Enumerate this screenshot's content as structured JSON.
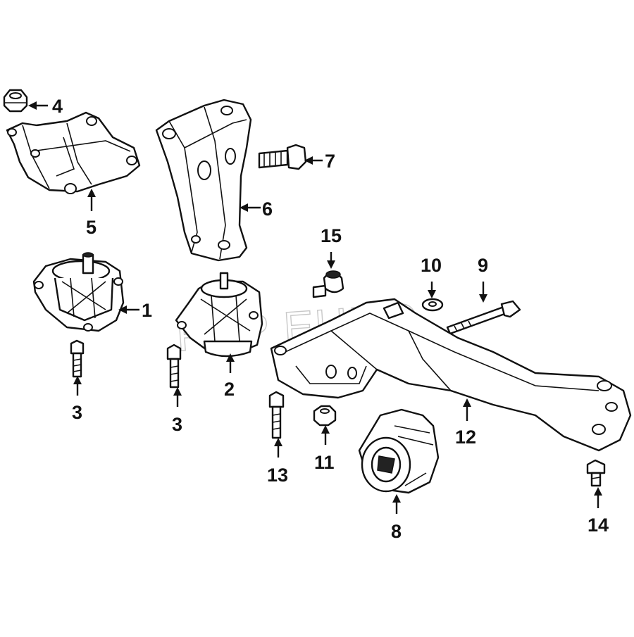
{
  "watermark": "FCP EURO",
  "callouts": {
    "c1": "1",
    "c2": "2",
    "c3a": "3",
    "c3b": "3",
    "c4": "4",
    "c5": "5",
    "c6": "6",
    "c7": "7",
    "c8": "8",
    "c9": "9",
    "c10": "10",
    "c11": "11",
    "c12": "12",
    "c13": "13",
    "c14": "14",
    "c15": "15"
  }
}
